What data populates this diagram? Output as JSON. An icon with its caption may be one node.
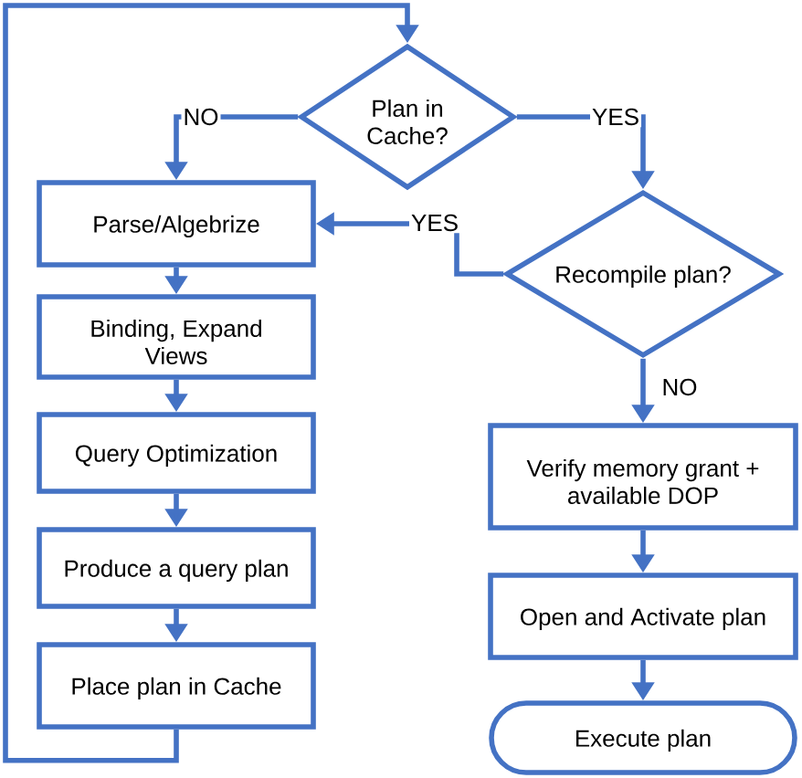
{
  "diagram": {
    "nodes": [
      {
        "text": [
          "Plan in Cache?"
        ]
      },
      {
        "text": [
          "Parse/Algebrize"
        ]
      },
      {
        "text": [
          "Binding, Expand Views"
        ]
      },
      {
        "text": [
          "Query Optimization"
        ]
      },
      {
        "text": [
          "Produce a query plan"
        ]
      },
      {
        "text": [
          "Place plan in Cache"
        ]
      },
      {
        "text": [
          "Recompile plan?"
        ]
      },
      {
        "text": [
          "Verify memory grant + available DOP"
        ]
      },
      {
        "text": [
          "Open and Activate plan"
        ]
      },
      {
        "text": [
          "Execute plan"
        ]
      }
    ],
    "edges": [
      {
        "from": 0,
        "to": 1,
        "arrow": "to",
        "label": "NO"
      },
      {
        "from": 0,
        "to": 6,
        "arrow": "to",
        "label": "YES"
      },
      {
        "from": 6,
        "to": 1,
        "arrow": "to",
        "label": "YES"
      },
      {
        "from": 1,
        "to": 2,
        "arrow": "to"
      },
      {
        "from": 2,
        "to": 3,
        "arrow": "to"
      },
      {
        "from": 3,
        "to": 4,
        "arrow": "to"
      },
      {
        "from": 4,
        "to": 5,
        "arrow": "to"
      },
      {
        "from": 5,
        "to": 0,
        "arrow": "to"
      },
      {
        "from": 6,
        "to": 7,
        "arrow": "to",
        "label": "NO"
      },
      {
        "from": 7,
        "to": 8,
        "arrow": "to"
      },
      {
        "from": 8,
        "to": 9,
        "arrow": "to"
      }
    ]
  }
}
